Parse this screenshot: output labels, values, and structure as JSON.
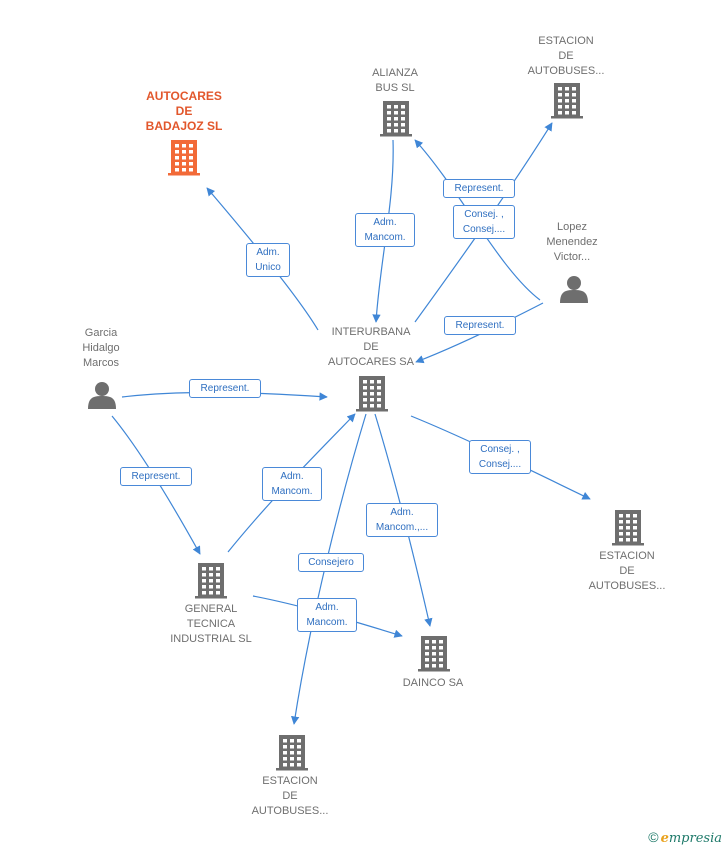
{
  "nodes": {
    "autocares_badajoz": {
      "label": "AUTOCARES\nDE\nBADAJOZ  SL",
      "type": "company",
      "highlight": true
    },
    "alianza_bus": {
      "label": "ALIANZA\nBUS SL",
      "type": "company"
    },
    "estacion_top": {
      "label": "ESTACION\nDE\nAUTOBUSES...",
      "type": "company"
    },
    "lopez_menendez": {
      "label": "Lopez\nMenendez\nVictor...",
      "type": "person"
    },
    "garcia_hidalgo": {
      "label": "Garcia\nHidalgo\nMarcos",
      "type": "person"
    },
    "interurbana": {
      "label": "INTERURBANA\nDE\nAUTOCARES SA",
      "type": "company"
    },
    "estacion_right": {
      "label": "ESTACION\nDE\nAUTOBUSES...",
      "type": "company"
    },
    "general_tecnica": {
      "label": "GENERAL\nTECNICA\nINDUSTRIAL SL",
      "type": "company"
    },
    "dainco": {
      "label": "DAINCO SA",
      "type": "company"
    },
    "estacion_bottom": {
      "label": "ESTACION\nDE\nAUTOBUSES...",
      "type": "company"
    }
  },
  "edges": [
    {
      "id": "e1",
      "label": "Adm.\nUnico"
    },
    {
      "id": "e2",
      "label": "Adm.\nMancom."
    },
    {
      "id": "e3",
      "label": "Represent."
    },
    {
      "id": "e4",
      "label": "Consej. ,\nConsej...."
    },
    {
      "id": "e5",
      "label": "Represent."
    },
    {
      "id": "e6",
      "label": "Represent."
    },
    {
      "id": "e7",
      "label": "Represent."
    },
    {
      "id": "e8",
      "label": "Adm.\nMancom."
    },
    {
      "id": "e9",
      "label": "Consej. ,\nConsej...."
    },
    {
      "id": "e10",
      "label": "Adm.\nMancom.,..."
    },
    {
      "id": "e11",
      "label": "Consejero"
    },
    {
      "id": "e12",
      "label": "Adm.\nMancom."
    }
  ],
  "colors": {
    "edge": "#3f86d6",
    "company_icon": "#6e6e6e",
    "highlight_icon": "#f26a38",
    "person_icon": "#6e6e6e"
  },
  "footer": {
    "copyright": "©",
    "brand_first": "e",
    "brand_rest": "mpresia"
  }
}
